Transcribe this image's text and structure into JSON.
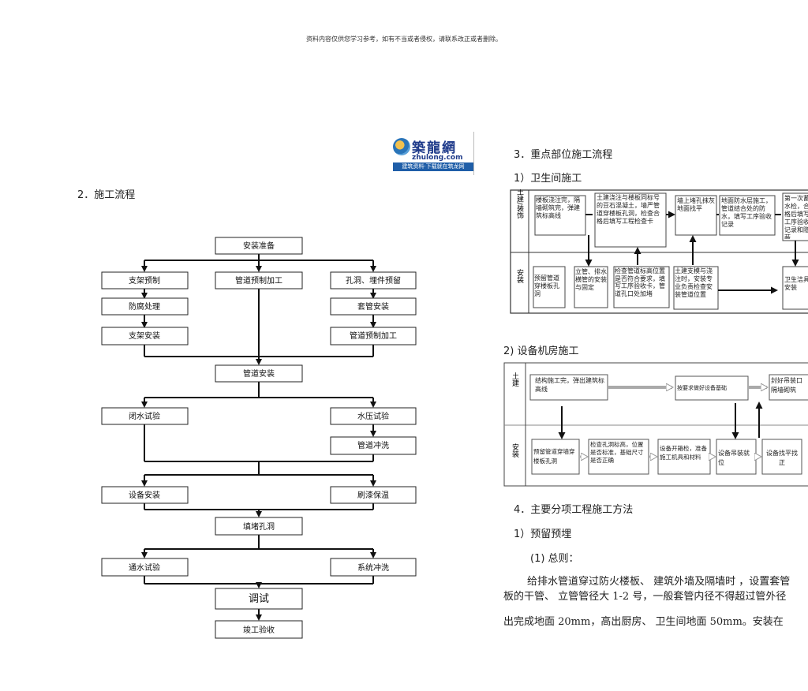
{
  "header_note": "资料内容仅供您学习参考，如有不当或者侵权，请联系改正或者删除。",
  "logo": {
    "cn": "築龍網",
    "en": "zhulong.com",
    "slogan": "建筑资料·下载就在筑龙网"
  },
  "left": {
    "section_title": "2．施工流程",
    "flow": {
      "start": "安装准备",
      "col_left": [
        "支架预制",
        "防腐处理",
        "支架安装"
      ],
      "col_mid": "管道预制加工",
      "col_right": [
        "孔洞、埋件预留",
        "套管安装",
        "管道预制加工"
      ],
      "merge1": "管道安装",
      "test_left": "闭水试验",
      "test_right": [
        "水压试验",
        "管道冲洗"
      ],
      "stage3": [
        "设备安装",
        "刷漆保温"
      ],
      "fill": "填堵孔洞",
      "stage4": [
        "通水试验",
        "系统冲洗"
      ],
      "debug": "调试",
      "accept": "竣工验收"
    }
  },
  "right": {
    "section3_title": "3．重点部位施工流程",
    "sub1": "1）卫生间施工",
    "bath": {
      "lane_top": "土建/装饰",
      "lane_bottom": "安装",
      "top_boxes": [
        "楼板浇注完，隔墙砌筑完，弹建筑标高线",
        "土建浇注与楼板同标号的豆石混凝土，墙严管道穿楼板孔洞，检查合格后填写工程检查卡",
        "墙上堵孔抹灰地面找平",
        "地面防水层施工，管道结合处的防水，填写工序验收记录",
        "第一次蓄水检，合格后填写工序验收记录和隐蔽"
      ],
      "bottom_boxes": [
        "预留管道穿楼板孔洞",
        "立管、排水横管的安装与固定",
        "检查管道标高位置是否符合要求，填写工序验收卡，管道孔口处加堵",
        "土建支模与浇注时，安装专业负责检查安装管道位置",
        "卫生洁具安装"
      ]
    },
    "sub2": "2) 设备机房施工",
    "machine": {
      "lane_top": "土建",
      "lane_bottom": "安装",
      "top_boxes": [
        "结构施工完，弹出建筑标高线",
        "按要求做好设备基础",
        "封好吊装口隔墙砌筑"
      ],
      "bottom_boxes": [
        "预留管道穿墙穿楼板孔洞",
        "检查孔洞标高，位置是否标准，基础尺寸是否正确",
        "设备开箱检，准备施工机具和材料",
        "设备吊装就位",
        "设备找平找正"
      ]
    },
    "section4_title": "4．主要分项工程施工方法",
    "sub4_1": "1）预留预埋",
    "sub4_1_1": "(1) 总则：",
    "para": [
      "给排水管道穿过防火楼板、   建筑外墙及隔墙时  ，设置套管",
      "板的干管、  立管管径大  1-2 号，一般套管内径不得超过管外径",
      "出完成地面  20mm，高出厨房、   卫生间地面  50mm。安装在"
    ]
  }
}
